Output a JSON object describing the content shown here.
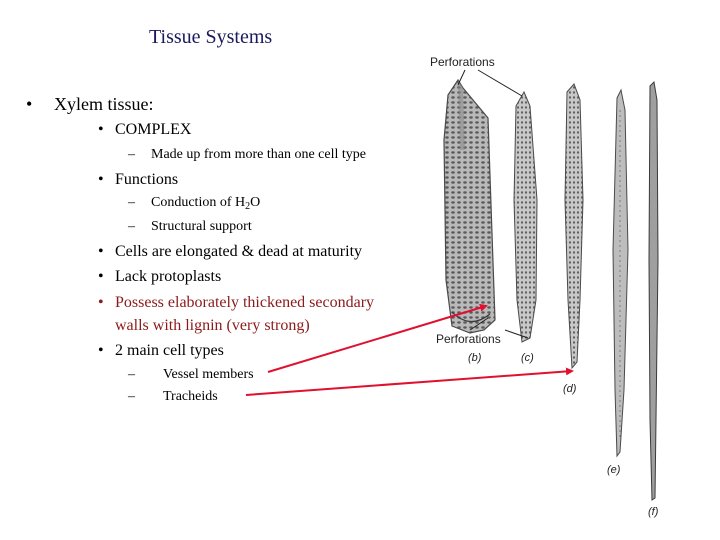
{
  "slide": {
    "title": "Tissue Systems",
    "main_bullet": "Xylem tissue:",
    "complex": "COMPLEX",
    "complex_detail": "Made up from more than one cell type",
    "functions": "Functions",
    "function_1_prefix": "Conduction of H",
    "function_1_sub": "2",
    "function_1_suffix": "O",
    "function_2": "Structural support",
    "bullet_elongated": "Cells are elongated & dead at maturity",
    "bullet_lack": "Lack protoplasts",
    "bullet_possess_line1": "Possess elaborately thickened secondary",
    "bullet_possess_line2": "walls with lignin (very strong)",
    "bullet_main_types": "2 main cell types",
    "type_1": "Vessel members",
    "type_2": "Tracheids"
  },
  "figure": {
    "label_perforations_top": "Perforations",
    "label_perforations_bottom": "Perforations",
    "letter_b": "(b)",
    "letter_c": "(c)",
    "letter_d": "(d)",
    "letter_e": "(e)",
    "letter_f": "(f)"
  },
  "colors": {
    "arrow": "#e0102f",
    "title": "#1a1a5e",
    "emphasis": "#8b1a1a"
  }
}
